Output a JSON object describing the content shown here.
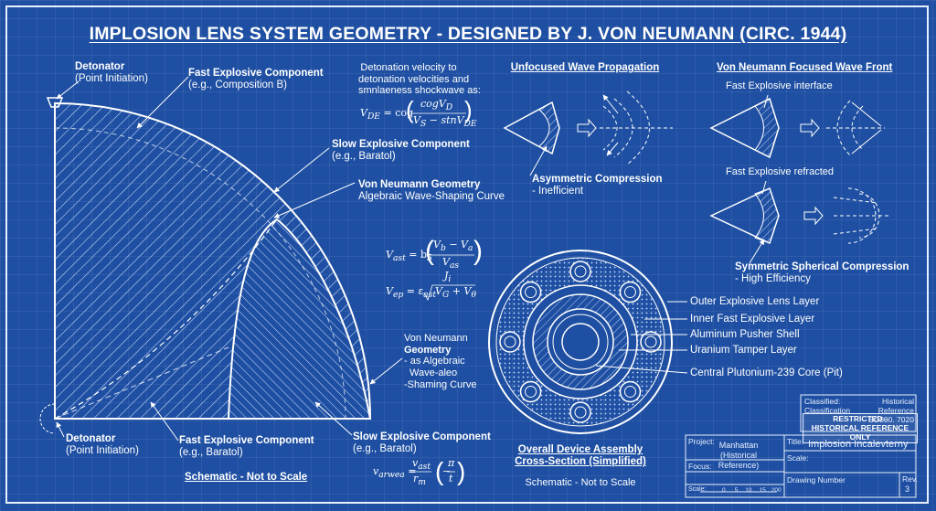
{
  "title": "IMPLOSION LENS SYSTEM GEOMETRY - DESIGNED BY J. VON NEUMANN (CIRC. 1944)",
  "lens_quarter": {
    "detonator_top": {
      "name": "Detonator",
      "detail": "(Point Initiation)"
    },
    "fast_top": {
      "name": "Fast Explosive Component",
      "detail": "(e.g., Composition B)"
    },
    "slow_mid": {
      "name": "Slow Explosive Component",
      "detail": "(e.g., Baratol)"
    },
    "vn_geometry": {
      "name": "Von Neumann Geometry",
      "detail": "Algebraic Wave-Shaping Curve"
    },
    "detonator_bottom": {
      "name": "Detonator",
      "detail": "(Point Initiation)"
    },
    "fast_bottom": {
      "name": "Fast Explosive Component",
      "detail": "(e.g., Baratol)"
    },
    "slow_bottom": {
      "name": "Slow Explosive Component",
      "detail": "(e.g., Baratol)"
    },
    "caption": "Schematic - Not to Scale"
  },
  "equations": {
    "intro": [
      "Detonation velocity to",
      "detonation velocities and",
      "smnlaeness shockwave as:"
    ],
    "eq1_lhs": "V",
    "eq1_lhs_sub": "DE",
    "eq1_mid": "= cog",
    "eq1_num": "cogV",
    "eq1_num_sub": "D",
    "eq1_den": "V",
    "eq1_den_rest": "S",
    "eq1_den_tail": " − stnV",
    "eq1_den_sub": "DE",
    "eq2_lhs": "V",
    "eq2_lhs_sub": "ast",
    "eq2_mid": "= b",
    "eq2_mid_sub": "5",
    "eq2_num": "V",
    "eq2_num_sub1": "b",
    "eq2_num_mid": " − V",
    "eq2_num_sub2": "a",
    "eq2_den": "V",
    "eq2_den_sub": "as",
    "eq2_tail": "J",
    "eq2_tail_sub": "i",
    "eq3_lhs": "V",
    "eq3_lhs_sub": "ep",
    "eq3_mid": "= ε",
    "eq3_mid_sub": "ast",
    "eq3_root": "V",
    "eq3_root_sub": "G",
    "eq3_root_tail": " + V",
    "eq3_root_sub2": "θ",
    "vn_note_title": [
      "Von Neumann",
      "Geometry"
    ],
    "vn_note_lines": [
      "- as Algebraic",
      "Wave-aleo",
      "-Shaming Curve"
    ],
    "eq4_lhs": "v",
    "eq4_lhs_sub": "arwea",
    "eq4_num": "v",
    "eq4_num_sub": "ast",
    "eq4_den": "r",
    "eq4_den_sub": "m",
    "eq4_paren": "π",
    "eq4_paren_den": "t"
  },
  "unfocused": {
    "heading": "Unfocused Wave Propagation",
    "label": "Asymmetric Compression",
    "sublabel": "- Inefficient"
  },
  "focused": {
    "heading": "Von Neumann Focused Wave Front",
    "interface": "Fast Explosive interface",
    "refracted": "Fast Explosive refracted",
    "label": "Symmetric Spherical Compression",
    "sublabel": "- High Efficiency"
  },
  "assembly": {
    "layers": [
      "Outer Explosive Lens Layer",
      "Inner Fast Explosive Layer",
      "Aluminum Pusher Shell",
      "Uranium Tamper Layer",
      "Central Plutonium-239 Core (Pit)"
    ],
    "caption_line1": "Overall Device Assembly",
    "caption_line2": "Cross-Section (Simplified)",
    "caption_sub": "Schematic - Not to Scale"
  },
  "title_block": {
    "classified_label": "Classified:",
    "classification_label": "Classification",
    "hist_ref_label": "Historical Reference",
    "hist_ref_value": "SO000. 7020",
    "restricted_line1": "RESTRICTED -",
    "restricted_line2": "HISTORICAL REFERENCE ONLY",
    "project_label": "Project:",
    "project_value1": "Manhattan",
    "project_value2": "(Historical Reference)",
    "title_label": "Title:",
    "title_value": "Implosion Incalevterny",
    "scale_label": "Scale:",
    "drawing_label": "Drawing Number",
    "rev_label": "Rev.",
    "rev_value": "3",
    "focus_label": "Focus:",
    "scale_bar_label": "Scale:",
    "scale_ticks": [
      "0",
      "5",
      "10",
      "15",
      "200"
    ]
  }
}
